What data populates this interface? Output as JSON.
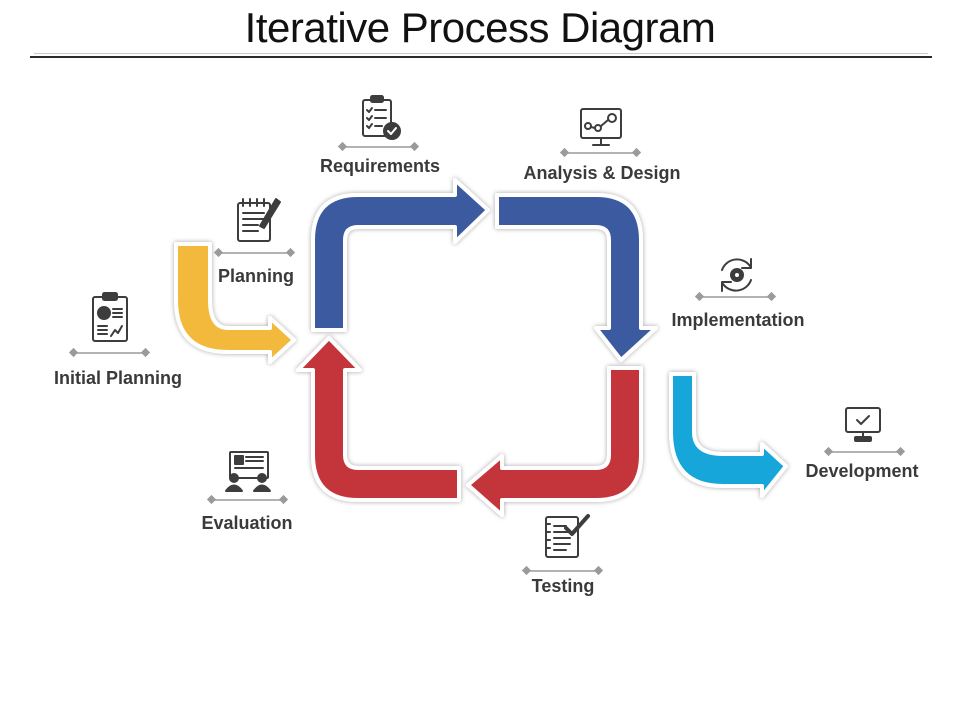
{
  "title": "Iterative Process Diagram",
  "colors": {
    "blue": "#3a5aa0",
    "red": "#c4363a",
    "yellow": "#f3b93c",
    "cyan": "#16a6d9",
    "icon": "#3d3d3d",
    "connector": "#9a9a9a"
  },
  "stages": [
    {
      "label": "Initial Planning",
      "icon": "clipboard-chart-icon"
    },
    {
      "label": "Planning",
      "icon": "notepad-pen-icon"
    },
    {
      "label": "Requirements",
      "icon": "checklist-clipboard-icon"
    },
    {
      "label": "Analysis & Design",
      "icon": "monitor-graph-icon"
    },
    {
      "label": "Implementation",
      "icon": "refresh-gear-icon"
    },
    {
      "label": "Development",
      "icon": "monitor-check-icon"
    },
    {
      "label": "Testing",
      "icon": "document-check-icon"
    },
    {
      "label": "Evaluation",
      "icon": "people-board-icon"
    }
  ]
}
